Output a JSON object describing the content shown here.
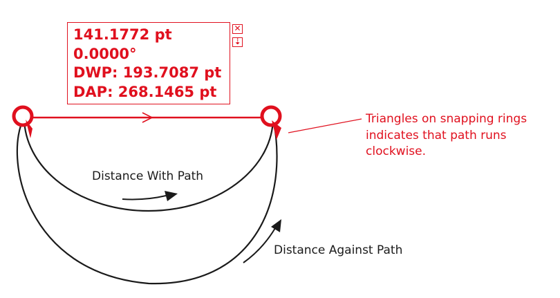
{
  "readout": {
    "distance": "141.1772 pt",
    "angle": "0.0000°",
    "dwp": "DWP: 193.7087 pt",
    "dap": "DAP: 268.1465 pt"
  },
  "buttons": {
    "close_glyph": "✕",
    "collapse_glyph": "⇣"
  },
  "annotation": "Triangles on snapping rings indicates that path runs clockwise.",
  "labels": {
    "with_path": "Distance With Path",
    "against_path": "Distance Against Path"
  },
  "colors": {
    "accent": "#e0101e",
    "ink": "#1a1a1a"
  }
}
